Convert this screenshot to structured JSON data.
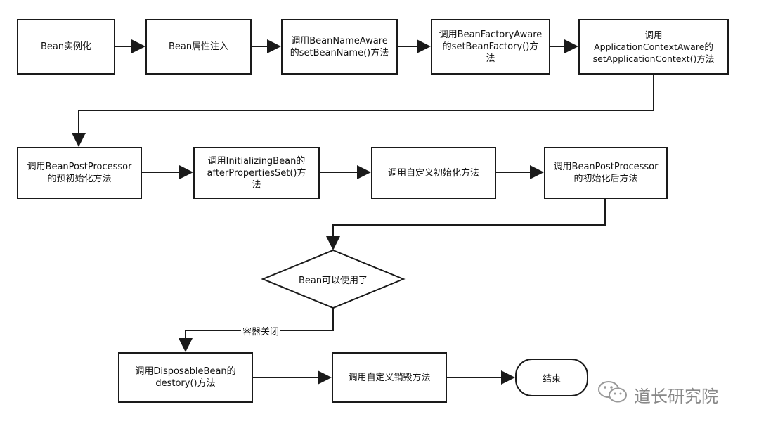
{
  "steps": {
    "s1": "Bean实例化",
    "s2": "Bean属性注入",
    "s3": "调用BeanNameAware\n的setBeanName()方法",
    "s4": "调用BeanFactoryAware\n的setBeanFactory()方\n法",
    "s5": "调用\nApplicationContextAware的\nsetApplicationContext()方法",
    "s6": "调用BeanPostProcessor\n的预初始化方法",
    "s7": "调用InitializingBean的\nafterPropertiesSet()方\n法",
    "s8": "调用自定义初始化方法",
    "s9": "调用BeanPostProcessor\n的初始化后方法",
    "decision": "Bean可以使用了",
    "edge_label": "容器关闭",
    "s10": "调用DisposableBean的\ndestory()方法",
    "s11": "调用自定义销毁方法",
    "end": "结束"
  },
  "watermark": {
    "text": "道长研究院",
    "icon": "wechat-icon"
  }
}
